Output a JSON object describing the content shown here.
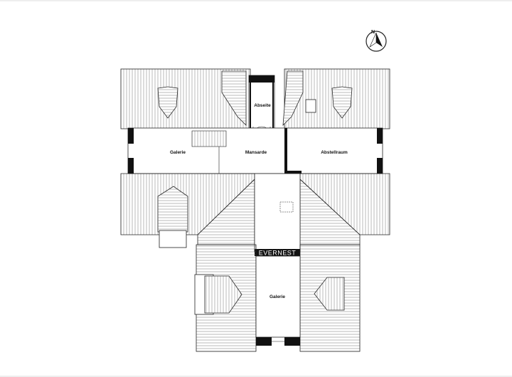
{
  "rooms": {
    "abseite": "Abseite",
    "galerie_west": "Galerie",
    "mansarde": "Mansarde",
    "abstellraum": "Abstellraum",
    "galerie_south": "Galerie"
  },
  "logo": "EVERNEST",
  "compass": {
    "label": "N",
    "icon": "north-arrow-icon"
  },
  "colors": {
    "line": "#222222",
    "wall": "#111111",
    "hatch": "#555555"
  }
}
